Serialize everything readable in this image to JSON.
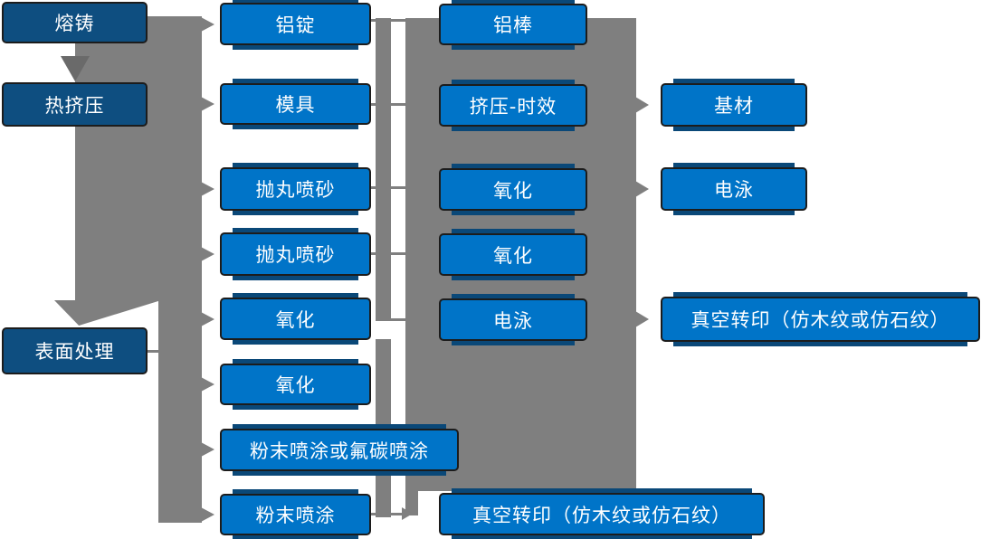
{
  "colors": {
    "box_blue": "#0074c8",
    "box_navy": "#0e4e80",
    "strip_navy": "#0a4878",
    "connector_gray": "#7f7f7f",
    "line_gray": "#7f7f7f",
    "border_dark": "#1c1c1c",
    "text_white": "#ffffff",
    "background": "#ffffff"
  },
  "diagram_type": "process-flowchart",
  "nodes": {
    "melting_casting": {
      "label": "熔铸"
    },
    "hot_extrusion": {
      "label": "热挤压"
    },
    "surface_treatment": {
      "label": "表面处理"
    },
    "aluminum_ingot": {
      "label": "铝锭"
    },
    "mold": {
      "label": "模具"
    },
    "shot_blasting_1": {
      "label": "抛丸喷砂"
    },
    "shot_blasting_2": {
      "label": "抛丸喷砂"
    },
    "oxidation_1": {
      "label": "氧化"
    },
    "oxidation_2": {
      "label": "氧化"
    },
    "powder_or_fluorocarbon_coating": {
      "label": "粉末喷涂或氟碳喷涂"
    },
    "powder_coating": {
      "label": "粉末喷涂"
    },
    "aluminum_rod": {
      "label": "铝棒"
    },
    "extrusion_aging": {
      "label": "挤压-时效"
    },
    "oxidation_3": {
      "label": "氧化"
    },
    "oxidation_4": {
      "label": "氧化"
    },
    "electrophoresis_1": {
      "label": "电泳"
    },
    "vacuum_transfer_1": {
      "label": "真空转印（仿木纹或仿石纹）"
    },
    "base_material": {
      "label": "基材"
    },
    "electrophoresis_2": {
      "label": "电泳"
    },
    "vacuum_transfer_2": {
      "label": "真空转印（仿木纹或仿石纹）"
    }
  }
}
